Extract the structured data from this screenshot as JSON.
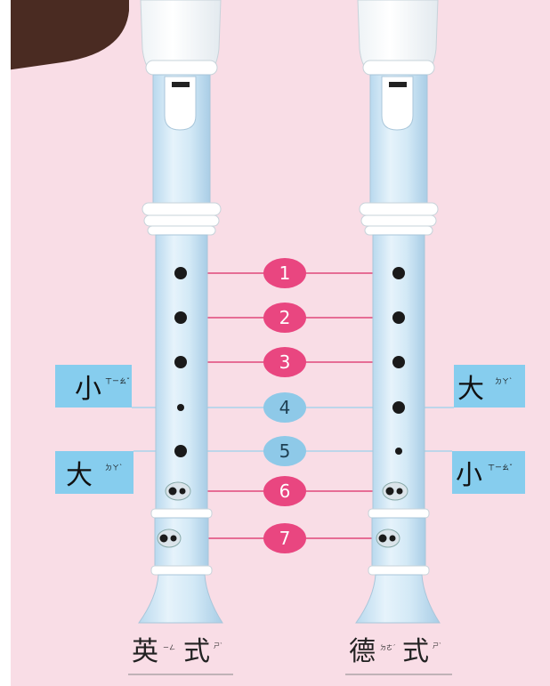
{
  "colors": {
    "background": "#f9dde6",
    "corner": "#4a2b22",
    "recorder_body": "#cfe6f5",
    "recorder_head": "#ffffff",
    "pink_line": "#e0487a",
    "blue_line": "#a9d4ec",
    "pink_badge": "#e94680",
    "blue_badge": "#8ec9e8",
    "blue_label_bg": "#86cdee",
    "hole": "#1a1a1a"
  },
  "numbers": [
    "1",
    "2",
    "3",
    "4",
    "5",
    "6",
    "7"
  ],
  "labels": {
    "left_upper": {
      "char": "小",
      "bopomofo": "ㄒㄧㄠˇ"
    },
    "left_lower": {
      "char": "大",
      "bopomofo": "ㄉㄚˋ"
    },
    "right_upper": {
      "char": "大",
      "bopomofo": "ㄉㄚˋ"
    },
    "right_lower": {
      "char": "小",
      "bopomofo": "ㄒㄧㄠˇ"
    }
  },
  "captions": {
    "left": {
      "c1": "英",
      "b1": "ㄧㄥ",
      "c2": "式",
      "b2": "ㄕˋ"
    },
    "right": {
      "c1": "德",
      "b1": "ㄉㄜˊ",
      "c2": "式",
      "b2": "ㄕˋ"
    }
  }
}
